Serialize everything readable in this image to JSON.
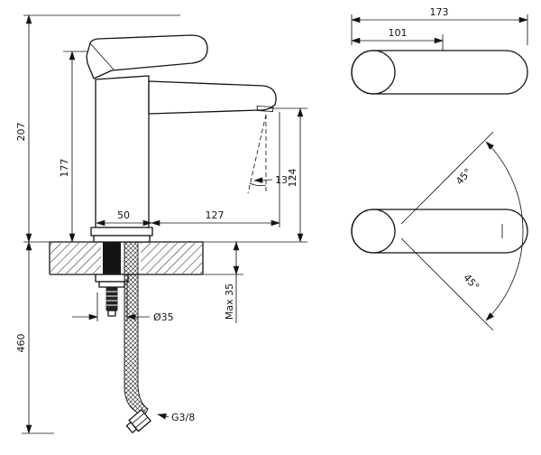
{
  "front_view": {
    "total_height": "207",
    "body_height": "177",
    "base_width": "50",
    "spout_reach": "127",
    "spray_angle": "13°",
    "spout_height": "124",
    "hose_length": "460",
    "max_deck_thickness": "Max 35",
    "hole_diameter": "Ø35",
    "connection_thread": "G3/8"
  },
  "top_view": {
    "total_length": "173",
    "handle_length": "101",
    "swivel_angle_up": "45°",
    "swivel_angle_down": "45°"
  }
}
